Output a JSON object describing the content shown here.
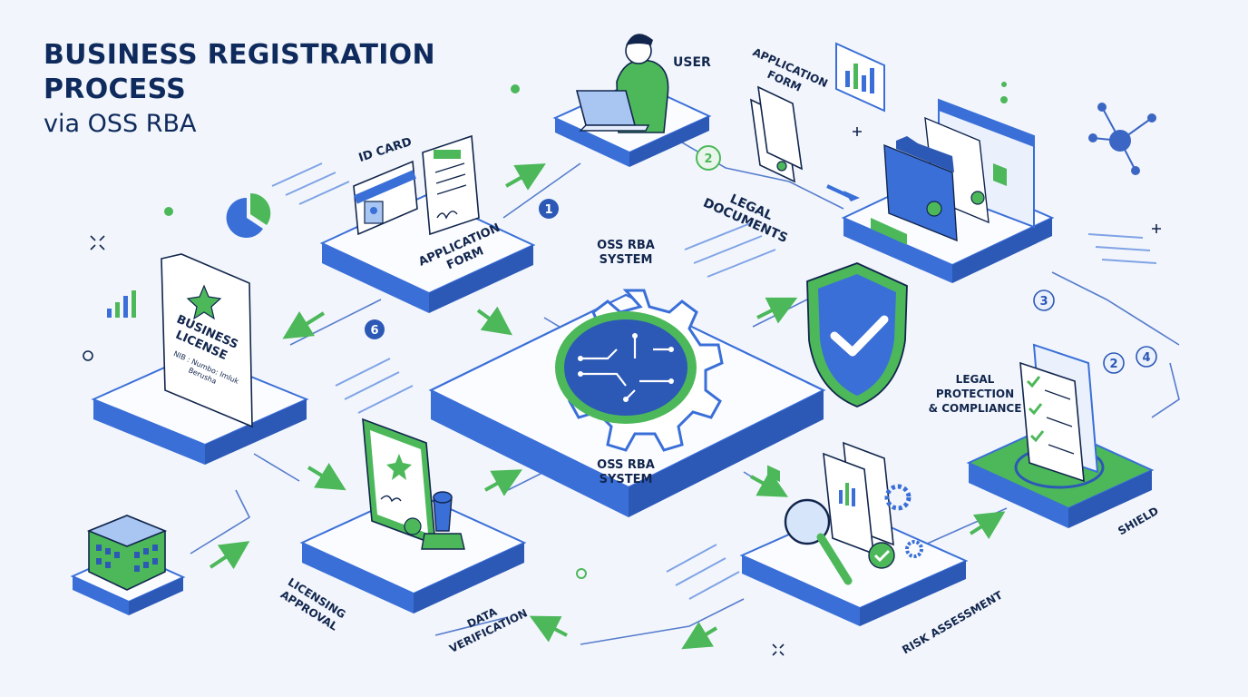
{
  "title": {
    "line1": "BUSINESS REGISTRATION",
    "line2": "PROCESS",
    "line3": "via OSS RBA"
  },
  "colors": {
    "background": "#f2f6fc",
    "primary_blue": "#3a6fd8",
    "dark_navy": "#0f2a5c",
    "accent_green": "#4cb85a",
    "platform_top": "#fbfcff",
    "platform_side": "#4f83e3"
  },
  "labels": {
    "user": "USER",
    "application_form_top": "APPLICATION\nFORM",
    "id_card": "ID CARD",
    "application_form": "APPLICATION\nFORM",
    "legal_documents": "LEGAL\nDOCUMENTS",
    "oss_rba_system_top": "OSS RBA\nSYSTEM",
    "oss_rba_system_bottom": "OSS RBA\nSYSTEM",
    "legal_protection": "LEGAL\nPROTECTION\n& COMPLIANCE",
    "shield": "SHIELD",
    "risk_assessment": "RISK ASSESSMENT",
    "data_verification": "DATA\nVERIFICATION",
    "licensing_approval": "LICENSING\nAPPROVAL",
    "business_license": "BUSINESS\nLICENSE",
    "nib_text": "NIB : Numbo: Imluk\nBerusha"
  },
  "steps": [
    "1",
    "2",
    "3",
    "2",
    "4",
    "6"
  ],
  "icons": [
    "user-laptop-icon",
    "id-card-icon",
    "application-form-icon",
    "legal-documents-folder-icon",
    "gear-chip-icon",
    "shield-check-icon",
    "checklist-icon",
    "magnifier-chart-icon",
    "certificate-stamp-icon",
    "business-license-icon",
    "building-icon",
    "network-icon",
    "pie-chart-icon",
    "bar-chart-icon",
    "arrow-icon"
  ]
}
